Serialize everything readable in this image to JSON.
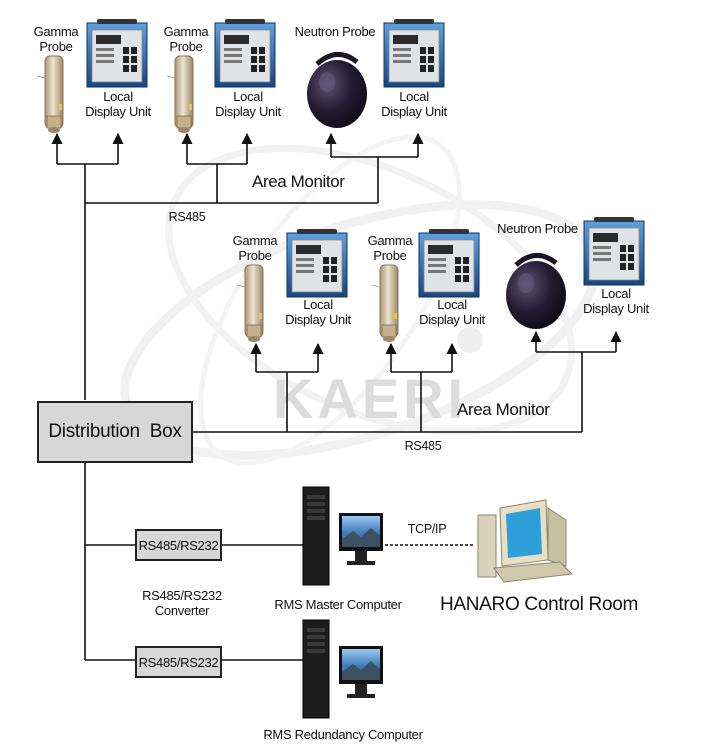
{
  "watermark": "KAERI",
  "groups": [
    {
      "devices": [
        {
          "probe_type": "gamma",
          "probe_label": "Gamma\nProbe",
          "display_label": "Local\nDisplay Unit"
        },
        {
          "probe_type": "gamma",
          "probe_label": "Gamma\nProbe",
          "display_label": "Local\nDisplay Unit"
        },
        {
          "probe_type": "neutron",
          "probe_label": "Neutron Probe",
          "display_label": "Local\nDisplay Unit"
        }
      ],
      "title": "Area Monitor",
      "bus_label": "RS485"
    },
    {
      "devices": [
        {
          "probe_type": "gamma",
          "probe_label": "Gamma\nProbe",
          "display_label": "Local\nDisplay Unit"
        },
        {
          "probe_type": "gamma",
          "probe_label": "Gamma\nProbe",
          "display_label": "Local\nDisplay Unit"
        },
        {
          "probe_type": "neutron",
          "probe_label": "Neutron Probe",
          "display_label": "Local\nDisplay Unit"
        }
      ],
      "title": "Area Monitor",
      "bus_label": "RS485"
    }
  ],
  "distribution_box": "Distribution  Box",
  "converters": [
    "RS485/RS232",
    "RS485/RS232"
  ],
  "converter_caption": "RS485/RS232\nConverter",
  "master_computer": "RMS Master Computer",
  "redundancy_computer": "RMS Redundancy Computer",
  "link_label": "TCP/IP",
  "control_room": "HANARO Control Room",
  "colors": {
    "line": "#111111",
    "box_fill": "#d7d7d7",
    "device_frame": "#1c4f8a",
    "panel": "#dfe3e6",
    "probe": "#d3c2a4",
    "neutron_body": "#1a1525",
    "screen": "#4d86c4"
  }
}
